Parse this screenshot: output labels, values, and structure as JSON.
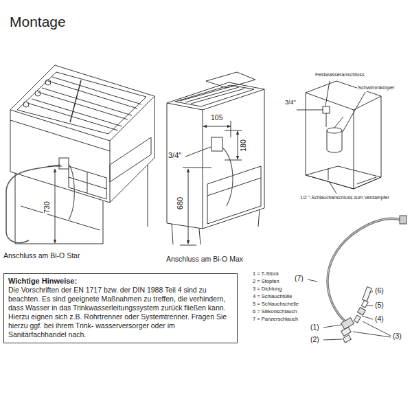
{
  "diagram": {
    "title": "Montage",
    "nodes": [
      {
        "text": [
          "Wichtige Hinweise:",
          "Die Vorschriften der EN 1717 bzw. der DIN 1988 Teil 4 sind zu beachten. Es sind geeignete Maßnahmen zu treffen, die verhindern, dass Wasser in das Trinkwasserleitungssystem zurück fließen kann. Hierzu eignen sich z.B. Rohrtrenner oder Systemtrenner. Fragen Sie hierzu ggf. bei ihrem Trink- wasserversorger oder im Sanitärfachhandel nach."
        ]
      }
    ],
    "labels": [
      "Anschluss am Bi-O Star",
      "Anschluss am Bi-O Max",
      "730",
      "3/4\"",
      "105",
      "180",
      "680",
      "Festwasseranschluss",
      "Schwimmkörper",
      "3/4\"",
      "1/2 \"-Schlauchanschluss zum Verdampfer",
      "1 = T-Stück",
      "2 = Stopfen",
      "3 = Dichtung",
      "4 = Schlauchtülle",
      "5 = Schlauchschelle",
      "6 = Silikonschlauch",
      "7 = Panzerschlauch",
      "(7)",
      "(6)",
      "(5)",
      "(4)",
      "(3)",
      "(1)",
      "(2)"
    ]
  }
}
